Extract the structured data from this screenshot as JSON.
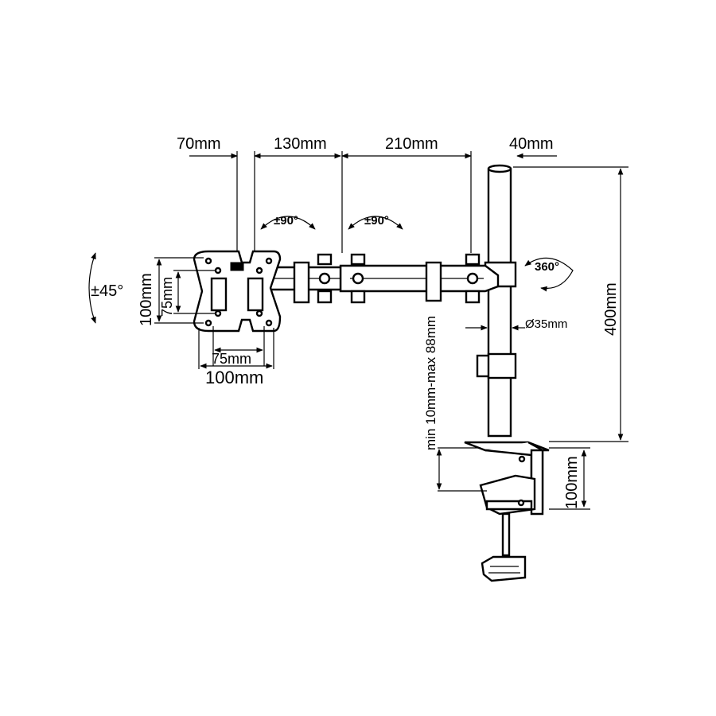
{
  "dimensions": {
    "top_segment_1": "70mm",
    "top_segment_2": "130mm",
    "top_segment_3": "210mm",
    "top_segment_4": "40mm",
    "pole_height": "400mm",
    "pole_diameter": "Ø35mm",
    "clamp_height": "100mm",
    "desk_thickness": "min 10mm-max 88mm",
    "vesa_height_outer": "100mm",
    "vesa_height_inner": "75mm",
    "vesa_width_inner": "75mm",
    "vesa_width_outer": "100mm"
  },
  "rotations": {
    "tilt": "±45°",
    "swivel_arm_1": "±90°",
    "swivel_arm_2": "±90°",
    "pole_rotation": "360°"
  }
}
